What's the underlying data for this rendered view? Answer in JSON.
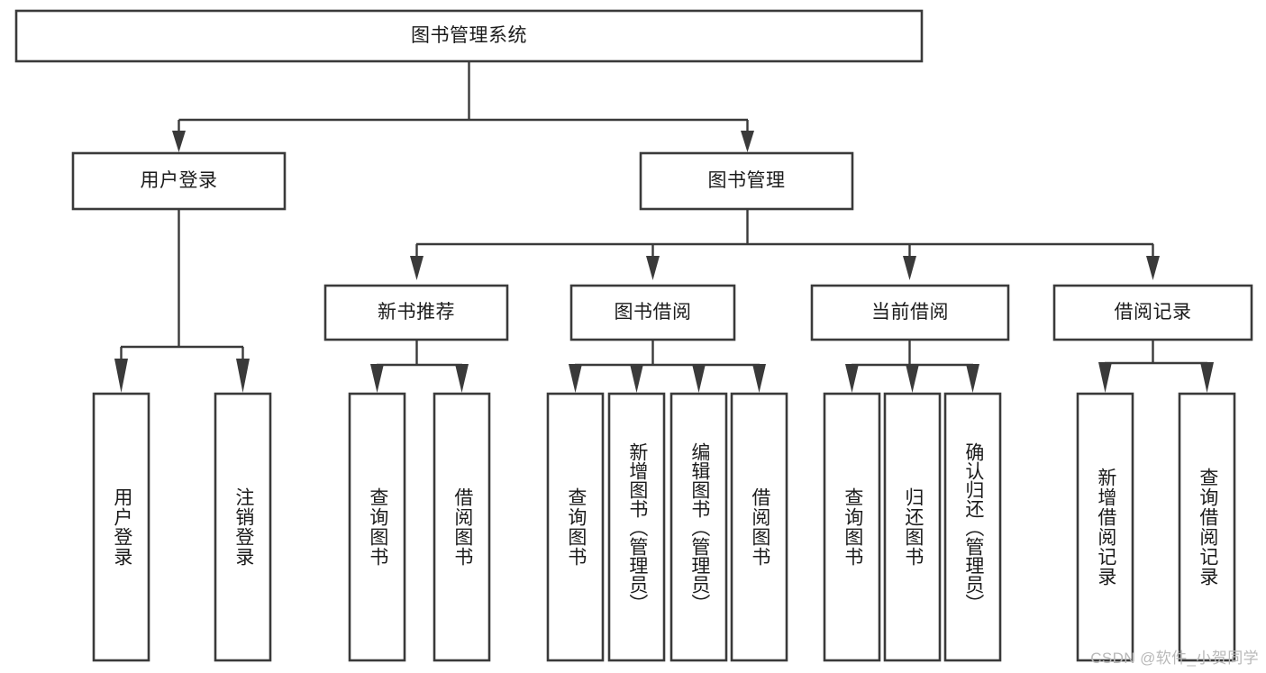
{
  "diagram": {
    "title": "图书管理系统",
    "type": "hierarchy-tree",
    "orientation": "top-down",
    "colors": {
      "stroke": "#3a3a3a",
      "fill": "#ffffff",
      "text": "#1b1b1b",
      "watermark": "#b9b9b9"
    },
    "levels": {
      "root": {
        "label": "图书管理系统"
      },
      "level2": [
        {
          "label": "用户登录"
        },
        {
          "label": "图书管理"
        }
      ],
      "level3": [
        {
          "label": "新书推荐"
        },
        {
          "label": "图书借阅"
        },
        {
          "label": "当前借阅"
        },
        {
          "label": "借阅记录"
        }
      ],
      "leaves": {
        "user_login": [
          {
            "label": "用户登录"
          },
          {
            "label": "注销登录"
          }
        ],
        "new_book_recommend": [
          {
            "label": "查询图书"
          },
          {
            "label": "借阅图书"
          }
        ],
        "book_borrow": [
          {
            "label": "查询图书"
          },
          {
            "label": "新增图书（管理员）"
          },
          {
            "label": "编辑图书（管理员）"
          },
          {
            "label": "借阅图书"
          }
        ],
        "current_borrow": [
          {
            "label": "查询图书"
          },
          {
            "label": "归还图书"
          },
          {
            "label": "确认归还（管理员）"
          }
        ],
        "borrow_record": [
          {
            "label": "新增借阅记录"
          },
          {
            "label": "查询借阅记录"
          }
        ]
      }
    },
    "watermark": "CSDN @软件_小贺同学"
  }
}
